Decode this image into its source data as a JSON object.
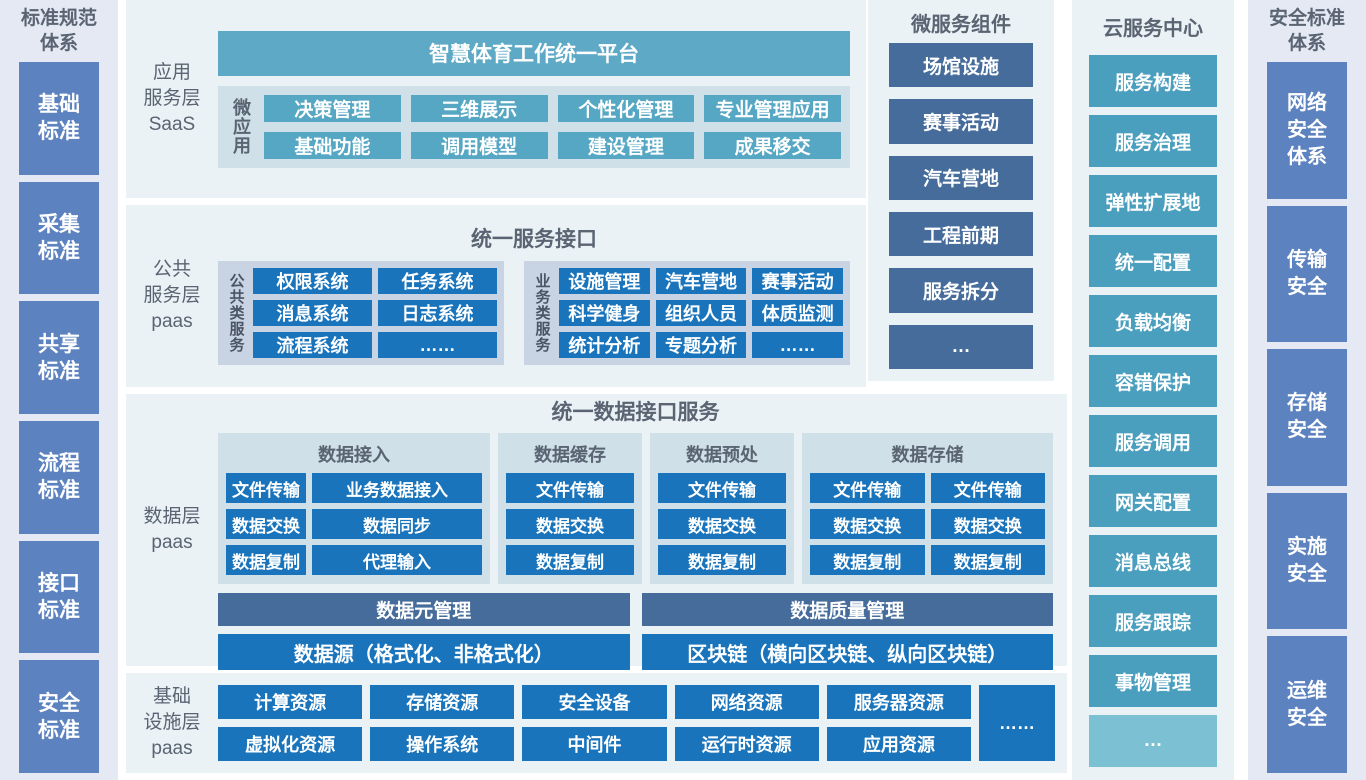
{
  "left_rail": {
    "title": "标准规范\n体系",
    "title_line1": "标准规范",
    "title_line2": "体系",
    "items": [
      {
        "line1": "基础",
        "line2": "标准"
      },
      {
        "line1": "采集",
        "line2": "标准"
      },
      {
        "line1": "共享",
        "line2": "标准"
      },
      {
        "line1": "流程",
        "line2": "标准"
      },
      {
        "line1": "接口",
        "line2": "标准"
      },
      {
        "line1": "安全",
        "line2": "标准"
      }
    ]
  },
  "right_rail": {
    "title_line1": "安全标准",
    "title_line2": "体系",
    "items": [
      {
        "line1": "网络",
        "line2": "安全",
        "line3": "体系"
      },
      {
        "line1": "传输",
        "line2": "安全",
        "line3": ""
      },
      {
        "line1": "存储",
        "line2": "安全",
        "line3": ""
      },
      {
        "line1": "实施",
        "line2": "安全",
        "line3": ""
      },
      {
        "line1": "运维",
        "line2": "安全",
        "line3": ""
      }
    ]
  },
  "application_layer": {
    "label_line1": "应用",
    "label_line2": "服务层",
    "label_line3": "SaaS",
    "platform_title": "智慧体育工作统一平台",
    "group_label": "微应用",
    "apps": [
      "决策管理",
      "三维展示",
      "个性化管理",
      "专业管理应用",
      "基础功能",
      "调用模型",
      "建设管理",
      "成果移交"
    ]
  },
  "public_service_layer": {
    "label_line1": "公共",
    "label_line2": "服务层",
    "label_line3": "paas",
    "title": "统一服务接口",
    "group_common": {
      "vlabel": "公共类服务",
      "items": [
        "权限系统",
        "任务系统",
        "消息系统",
        "日志系统",
        "流程系统",
        "……"
      ]
    },
    "group_business": {
      "vlabel": "业务类服务",
      "items": [
        "设施管理",
        "汽车营地",
        "赛事活动",
        "科学健身",
        "组织人员",
        "体质监测",
        "统计分析",
        "专题分析",
        "……"
      ]
    }
  },
  "data_layer": {
    "label_line1": "数据层",
    "label_line2": "paas",
    "title": "统一数据接口服务",
    "groups": [
      {
        "title": "数据接入",
        "items": [
          "文件传输",
          "业务数据接入",
          "数据交换",
          "数据同步",
          "数据复制",
          "代理输入"
        ]
      },
      {
        "title": "数据缓存",
        "items": [
          "文件传输",
          "数据交换",
          "数据复制"
        ]
      },
      {
        "title": "数据预处",
        "items": [
          "文件传输",
          "数据交换",
          "数据复制"
        ]
      },
      {
        "title": "数据存储",
        "items": [
          "文件传输",
          "文件传输",
          "数据交换",
          "数据交换",
          "数据复制",
          "数据复制"
        ]
      }
    ],
    "management_left": "数据元管理",
    "management_right": "数据质量管理",
    "source_left": "数据源（格式化、非格式化）",
    "source_right": "区块链（横向区块链、纵向区块链）"
  },
  "infrastructure_layer": {
    "label_line1": "基础",
    "label_line2": "设施层",
    "label_line3": "paas",
    "items": [
      "计算资源",
      "存储资源",
      "安全设备",
      "网络资源",
      "服务器资源",
      "虚拟化资源",
      "操作系统",
      "中间件",
      "运行时资源",
      "应用资源"
    ],
    "more": "……"
  },
  "microservice_components": {
    "title": "微服务组件",
    "items": [
      "场馆设施",
      "赛事活动",
      "汽车营地",
      "工程前期",
      "服务拆分",
      "…"
    ]
  },
  "cloud_service_center": {
    "title": "云服务中心",
    "items": [
      "服务构建",
      "服务治理",
      "弹性扩展地",
      "统一配置",
      "负载均衡",
      "容错保护",
      "服务调用",
      "网关配置",
      "消息总线",
      "服务跟踪",
      "事物管理",
      "…"
    ]
  },
  "colors": {
    "panel_bg": "#eaf2f6",
    "rail_bg": "#e4e9f4",
    "rail_box": "#5c83c0",
    "teal": "#55a7c4",
    "teal_title": "#5ea9c6",
    "blue": "#1974bb",
    "slate": "#466c9b",
    "cloud_item": "#4b9fbe",
    "subpanel_light": "#cfe0e8",
    "subpanel_lav": "#c8d3e4",
    "label_text": "#5a6472"
  }
}
